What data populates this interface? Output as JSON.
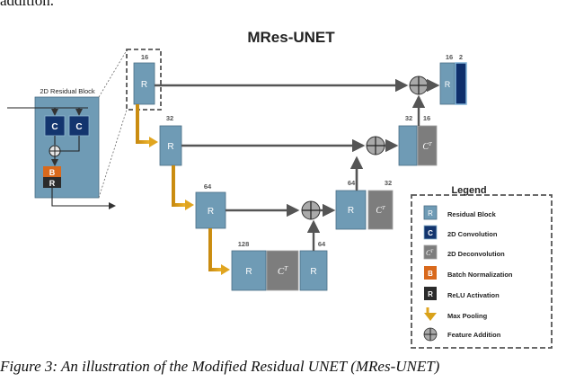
{
  "figure": {
    "top_fragment": "addition.",
    "title": "MRes-UNET",
    "caption": "Figure 3: An illustration of the Modified Residual UNET (MRes-UNET)"
  },
  "residual_block": {
    "title": "2D Residual Block",
    "conv_label": "C",
    "bn_label": "B",
    "relu_label": "R"
  },
  "network": {
    "block_label": "R",
    "deconv_label": "C",
    "deconv_sup": "T",
    "channels": {
      "level1": "16",
      "level2": "32",
      "level3": "64",
      "bottleneck": "128",
      "up1": "64",
      "up2_r": "64",
      "up2_ct": "32",
      "up3_r": "32",
      "up3_ct": "16",
      "out_r": "16",
      "out_final": "2"
    }
  },
  "legend": {
    "title": "Legend",
    "items": [
      {
        "glyph": "R",
        "label": "Residual Block"
      },
      {
        "glyph": "C",
        "label": "2D Convolution"
      },
      {
        "glyph": "C",
        "label": "2D Deconvolution"
      },
      {
        "glyph": "B",
        "label": "Batch Normalization"
      },
      {
        "glyph": "R",
        "label": "ReLU Activation"
      },
      {
        "glyph": "",
        "label": "Max Pooling"
      },
      {
        "glyph": "",
        "label": "Feature Addition"
      }
    ]
  },
  "colors": {
    "residual": "#6f9bb5",
    "residual_dark": "#4a6e86",
    "conv": "#13356e",
    "deconv": "#7d7d7d",
    "batchnorm": "#d9691c",
    "relu": "#2b2b2b",
    "pool": "#d9a21a",
    "arrow": "#555555",
    "output": "#0e2f6b"
  }
}
